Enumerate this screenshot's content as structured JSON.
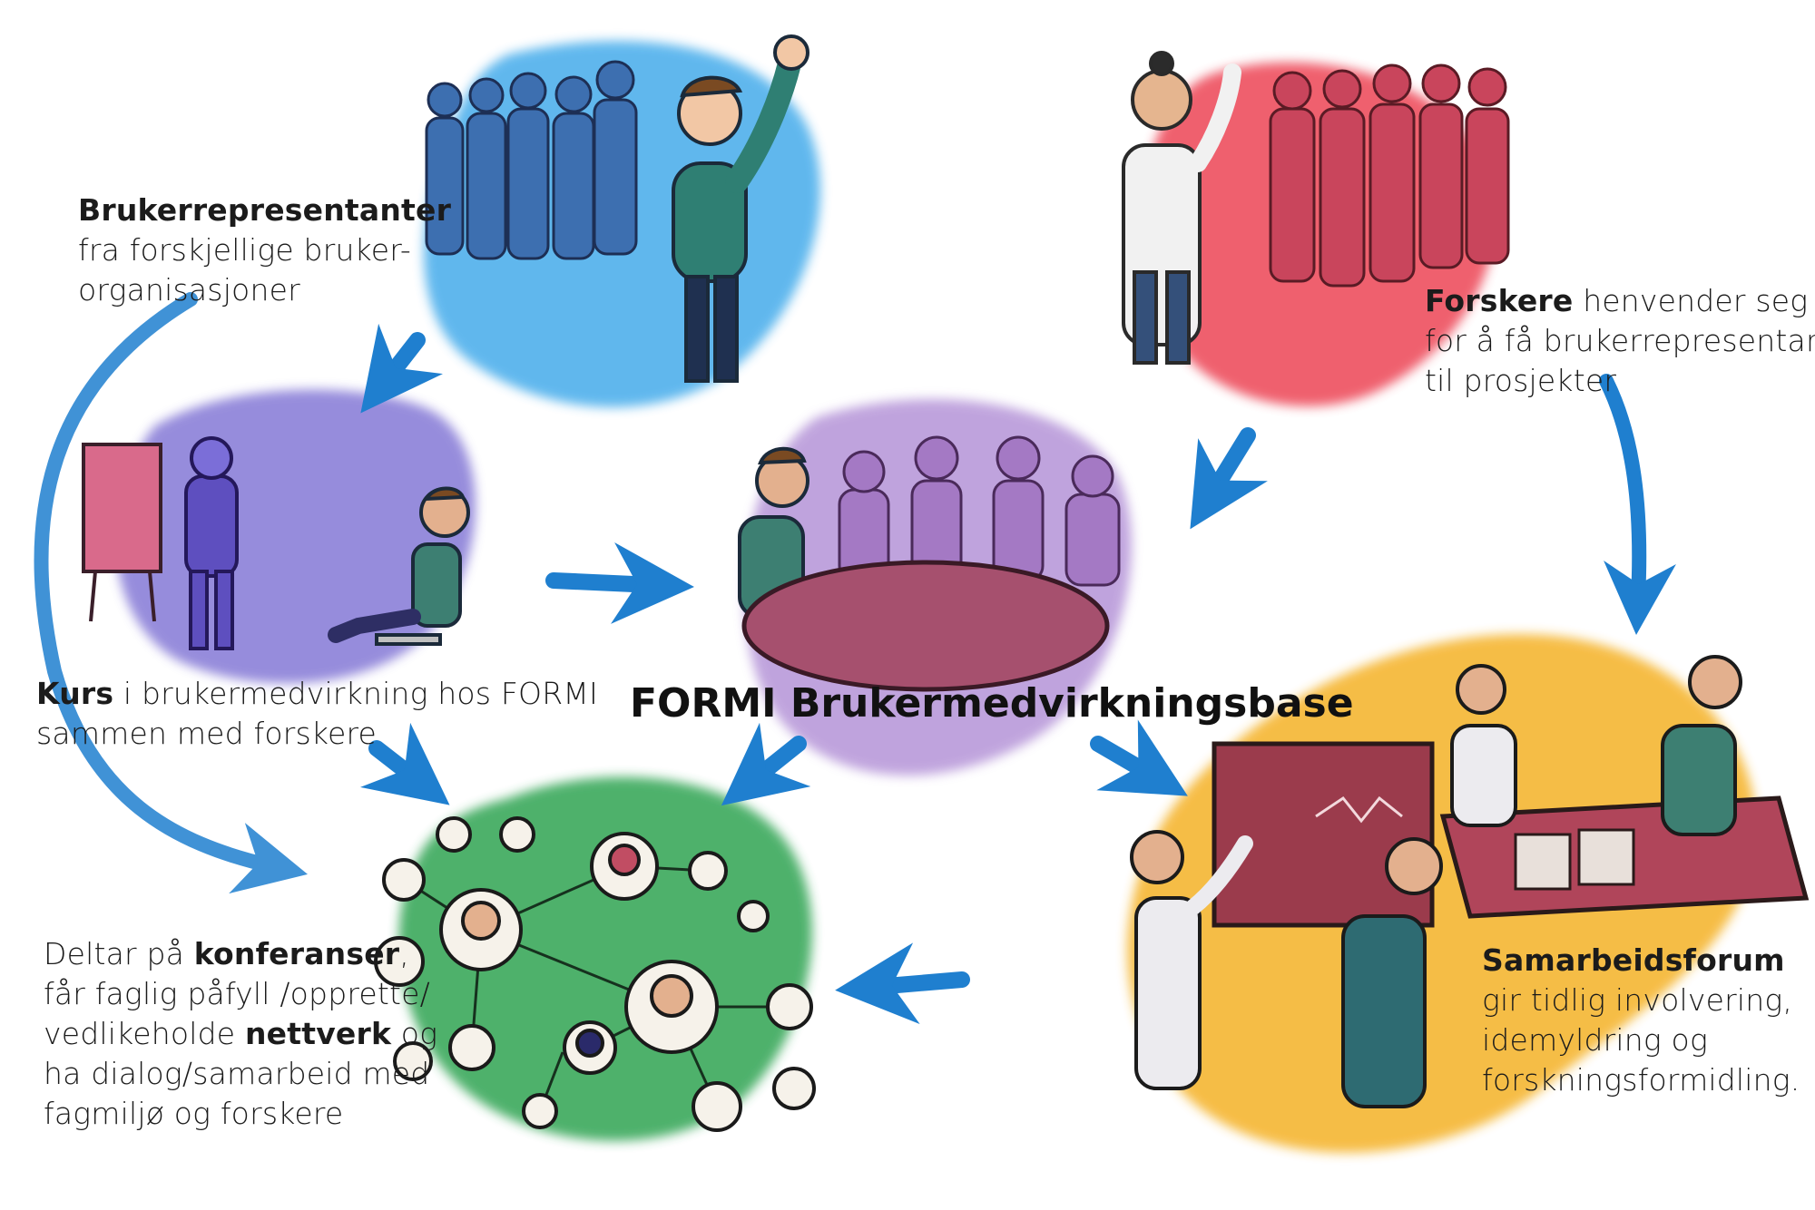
{
  "title": "FORMI Brukermedvirkningsbase",
  "blocks": {
    "representanter": {
      "bold": "Brukerrepresentanter",
      "line2": "fra forskjellige bruker-",
      "line3": "organisasjoner"
    },
    "forskere": {
      "bold": "Forskere",
      "rest1": " henvender seg",
      "line2": "for å få brukerrepresentanter",
      "line3": "til prosjekter"
    },
    "kurs": {
      "bold": "Kurs",
      "rest1": " i brukermedvirkning hos FORMI",
      "line2": "sammen med forskere"
    },
    "samarbeid": {
      "bold": "Samarbeidsforum",
      "line2": "gir tidlig involvering,",
      "line3": "idemyldring og",
      "line4": "forskningsformidling."
    },
    "deltar": {
      "pre1": "Deltar på ",
      "bold1": "konferanser",
      "post1": ",",
      "line2": "får faglig påfyll /opprette/",
      "pre3": "vedlikeholde ",
      "bold3": "nettverk",
      "post3": " og",
      "line4": "ha dialog/samarbeid med",
      "line5": "fagmiljø og forskere"
    }
  },
  "colors": {
    "blue_blob": "#4fb0ec",
    "red_blob": "#ee4f5f",
    "purple_blob": "#b594d8",
    "violet_blob": "#8478d6",
    "green_blob": "#3ba95c",
    "orange_blob": "#f5b630",
    "arrow": "#1f7fcf"
  }
}
